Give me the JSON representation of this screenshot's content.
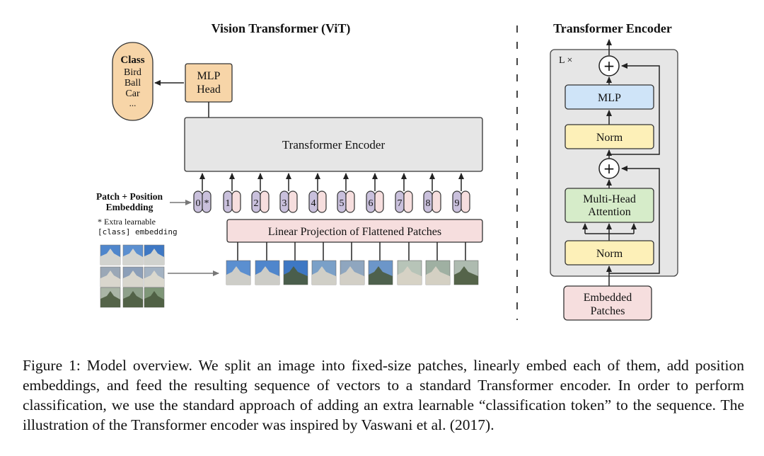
{
  "vit": {
    "title": "Vision Transformer (ViT)",
    "class_box": {
      "title": "Class",
      "items": [
        "Bird",
        "Ball",
        "Car",
        "..."
      ]
    },
    "mlp_head": [
      "MLP",
      "Head"
    ],
    "encoder_label": "Transformer Encoder",
    "patch_pos_label": [
      "Patch + Position",
      "Embedding"
    ],
    "extra_note_1": "* Extra learnable",
    "extra_note_2": "[class] embedding",
    "tokens": [
      "0",
      "1",
      "2",
      "3",
      "4",
      "5",
      "6",
      "7",
      "8",
      "9"
    ],
    "class_token_symbol": "*",
    "linear_projection": "Linear Projection of Flattened Patches"
  },
  "encoder": {
    "title": "Transformer Encoder",
    "repeat": "L ×",
    "add_symbol": "+",
    "mlp": "MLP",
    "norm_top": "Norm",
    "attention": [
      "Multi-Head",
      "Attention"
    ],
    "norm_bottom": "Norm",
    "embedded_patches": [
      "Embedded",
      "Patches"
    ]
  },
  "caption": "Figure 1: Model overview. We split an image into fixed-size patches, linearly embed each of them, add position embeddings, and feed the resulting sequence of vectors to a standard Transformer encoder. In order to perform classification, we use the standard approach of adding an extra learnable “classification token” to the sequence. The illustration of the Transformer encoder was inspired by Vaswani et al. (2017).",
  "colors": {
    "mlp_head": "#f7d5a8",
    "class_box": "#f7d5a8",
    "encoder_box": "#e6e6e6",
    "pos_token": "#c9c0dc",
    "patch_token": "#f6dede",
    "projection": "#f6dede",
    "mlp": "#cfe4f8",
    "norm": "#fdf0b8",
    "attention": "#d6ecc9",
    "embedded": "#f6dede",
    "sky": "#4d7fbf"
  }
}
